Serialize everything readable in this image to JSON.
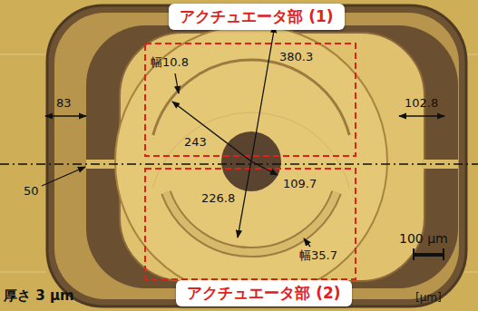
{
  "diagram": {
    "nodes": [
      {
        "text": [
          "アクチュエータ部 (1)"
        ]
      },
      {
        "text": [
          "アクチュエータ部 (2)"
        ]
      }
    ],
    "labels": [
      "380.3",
      "幅10.8",
      "83",
      "243",
      "102.8",
      "50",
      "109.7",
      "226.8",
      "幅35.7",
      "100 μm",
      "厚さ 3 μm",
      "[μm]"
    ]
  }
}
